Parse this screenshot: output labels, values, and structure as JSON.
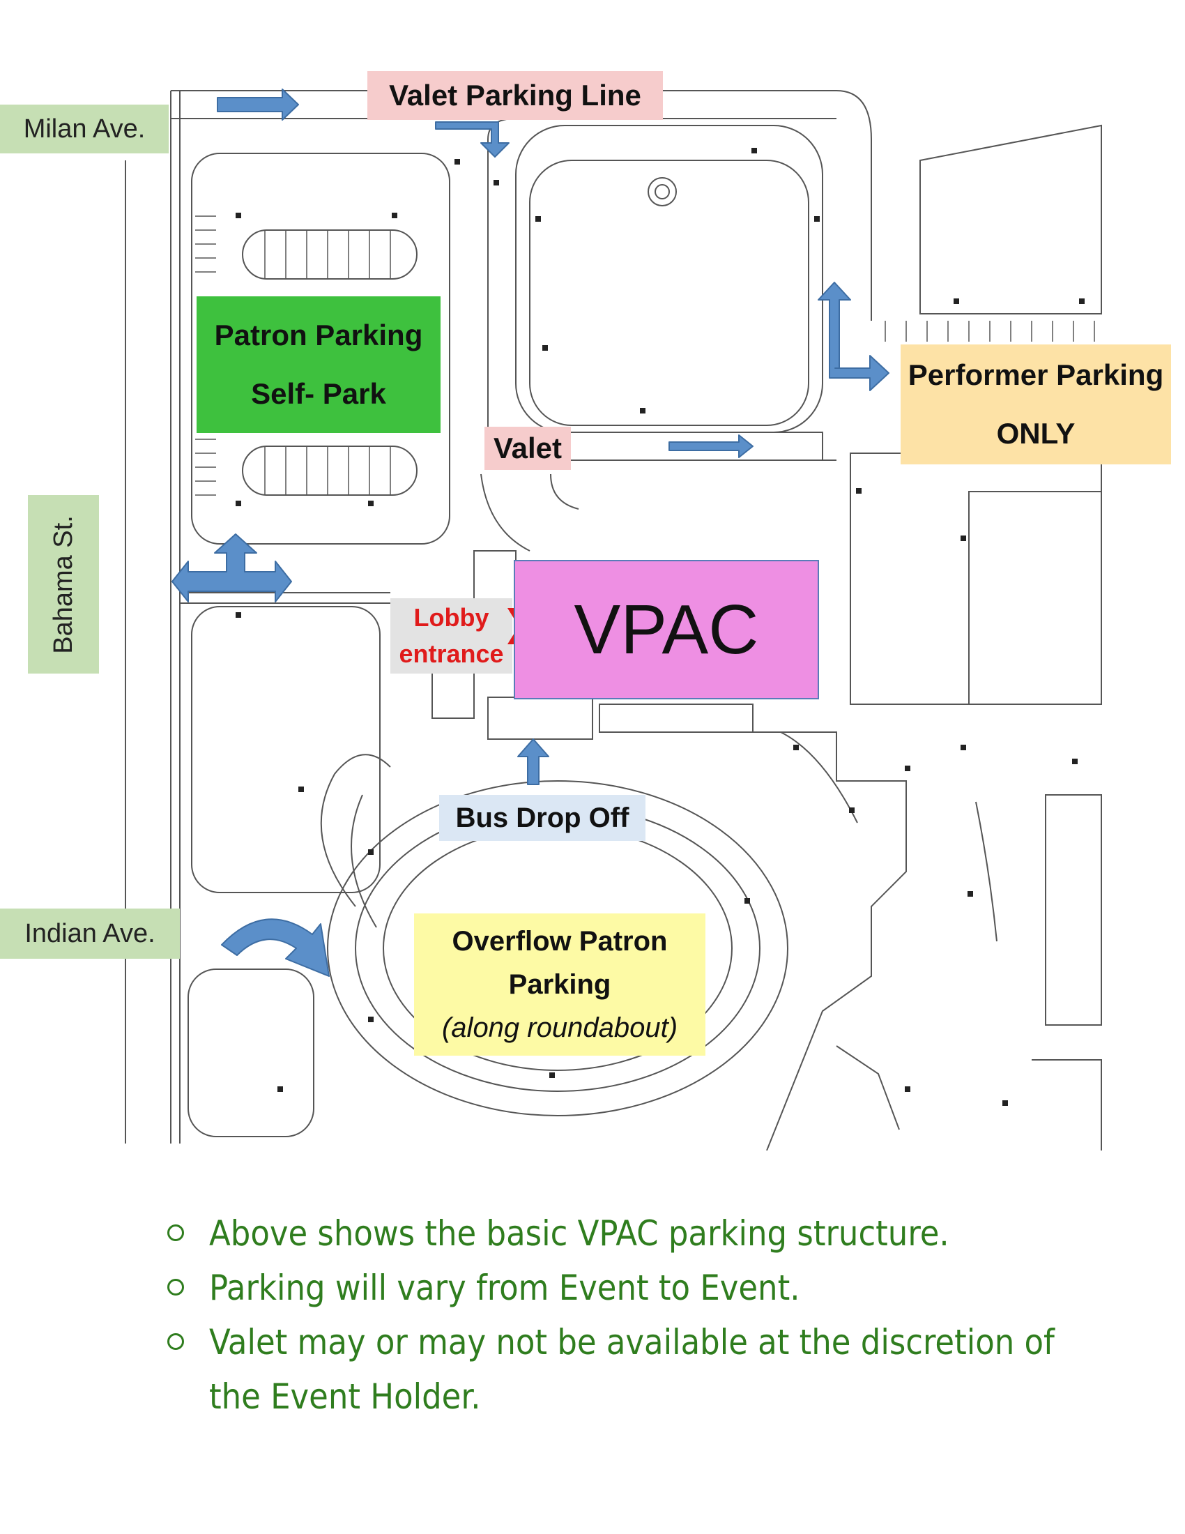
{
  "map": {
    "streets": {
      "milan": "Milan Ave.",
      "bahama": "Bahama St.",
      "indian": "Indian Ave."
    },
    "valet_line": "Valet Parking Line",
    "patron_parking": {
      "line1": "Patron Parking",
      "line2": "Self- Park"
    },
    "performer_parking": {
      "line1": "Performer Parking",
      "line2": "ONLY"
    },
    "valet": "Valet",
    "lobby_entrance": {
      "line1": "Lobby",
      "line2": "entrance"
    },
    "venue": "VPAC",
    "bus_drop_off": "Bus Drop Off",
    "overflow_parking": {
      "line1": "Overflow Patron",
      "line2": "Parking",
      "line3": "(along roundabout)"
    }
  },
  "notes": [
    "Above shows the basic VPAC parking structure.",
    "Parking will vary from Event to Event.",
    "Valet may or may not be available at the discretion of the Event Holder."
  ],
  "colors": {
    "street_label": "#c6dfb4",
    "valet_label": "#f6cccc",
    "patron_parking": "#3ec13e",
    "performer_parking": "#fde2a6",
    "venue": "#ee8fe3",
    "bus_drop_off": "#dbe7f4",
    "overflow_parking": "#fdfaa5",
    "arrow": "#5b8fc9",
    "notes_text": "#2f7d1e",
    "lobby_text": "#e01b1b"
  }
}
